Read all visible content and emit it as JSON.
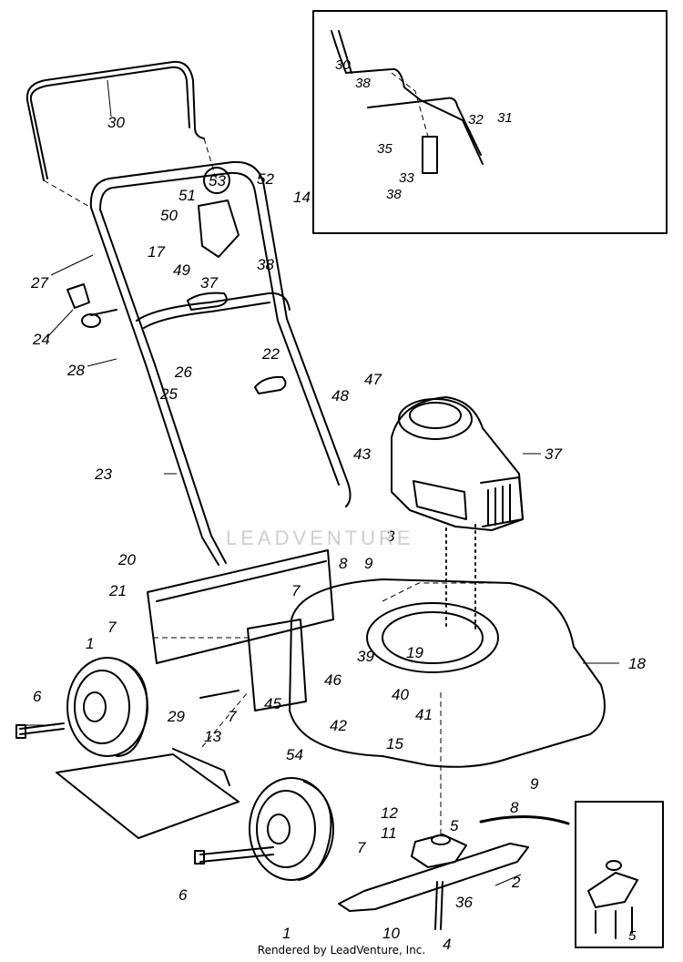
{
  "watermark": "LEADVENTURE",
  "footer": "Rendered by LeadVenture, Inc.",
  "labels": [
    "30",
    "27",
    "24",
    "28",
    "17",
    "50",
    "49",
    "51",
    "53",
    "52",
    "14",
    "38",
    "37",
    "26",
    "25",
    "22",
    "23",
    "20",
    "21",
    "1",
    "7",
    "6",
    "29",
    "13",
    "45",
    "46",
    "39",
    "40",
    "41",
    "42",
    "15",
    "54",
    "48",
    "47",
    "43",
    "3",
    "8",
    "9",
    "19",
    "18",
    "12",
    "11",
    "5",
    "2",
    "36",
    "10",
    "4",
    "31",
    "32",
    "35",
    "33"
  ],
  "inset_top_labels": [
    "30",
    "38",
    "32",
    "31",
    "35",
    "33",
    "38"
  ],
  "inset_blade_label": "5",
  "colors": {
    "line": "#000000",
    "background": "#ffffff"
  }
}
